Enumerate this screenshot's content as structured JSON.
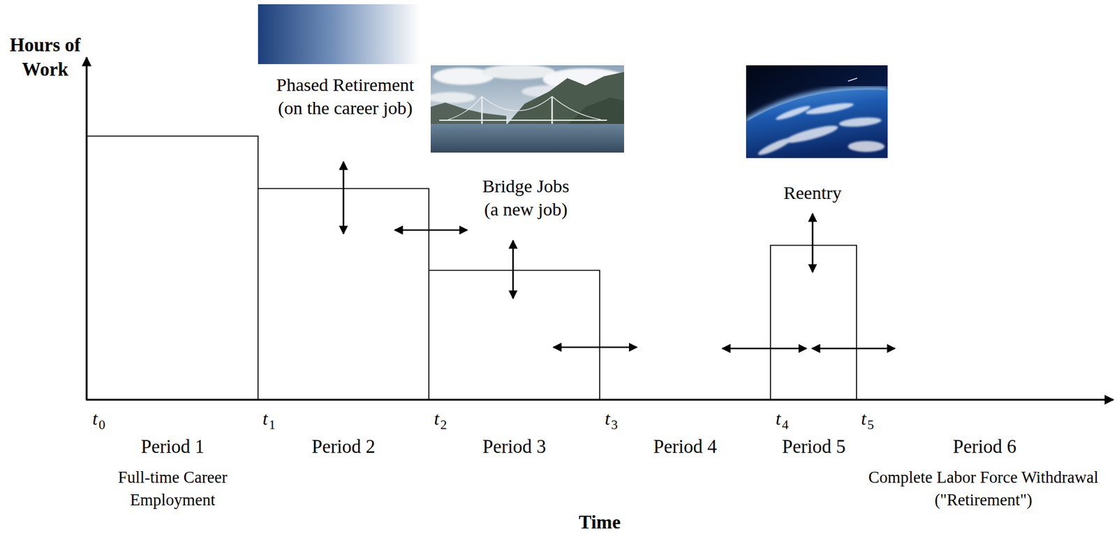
{
  "diagram": {
    "labels": [
      "Hours of Work",
      "Phased Retirement (on the career job)",
      "Bridge Jobs (a new job)",
      "Reentry",
      "t0",
      "t1",
      "t2",
      "t3",
      "t4",
      "t5",
      "Period 1",
      "Period 2",
      "Period 3",
      "Period 4",
      "Period 5",
      "Period 6",
      "Full-time Career Employment",
      "Complete Labor Force Withdrawal (\"Retirement\")",
      "Time"
    ]
  }
}
